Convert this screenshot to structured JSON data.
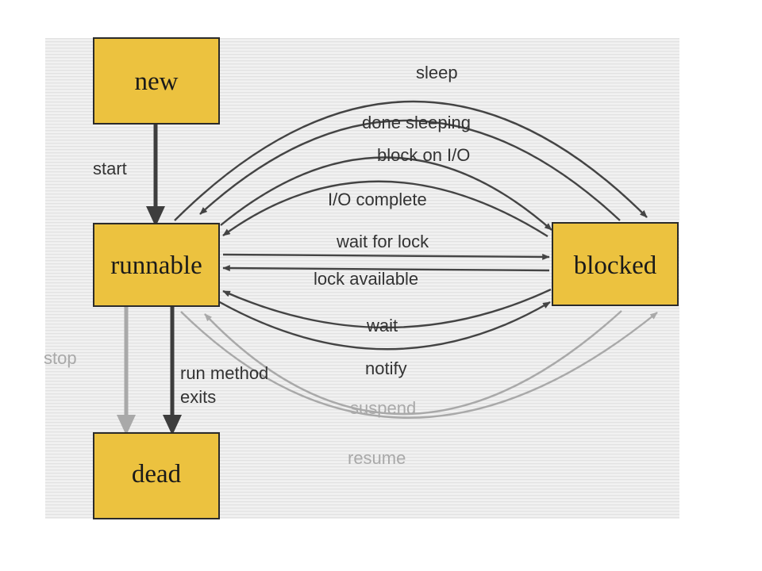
{
  "states": {
    "new": "new",
    "runnable": "runnable",
    "blocked": "blocked",
    "dead": "dead"
  },
  "transitions": {
    "start": "start",
    "sleep": "sleep",
    "done_sleeping": "done sleeping",
    "block_on_io": "block on I/O",
    "io_complete": "I/O complete",
    "wait_for_lock": "wait for lock",
    "lock_available": "lock available",
    "wait": "wait",
    "notify": "notify",
    "stop": "stop",
    "run_method_exits_line1": "run method",
    "run_method_exits_line2": "exits",
    "suspend": "suspend",
    "resume": "resume"
  },
  "colors": {
    "state_fill": "#ecc23f",
    "active_edge": "#444444",
    "deprecated_edge": "#a9a9a9",
    "background": "#eeeeee"
  }
}
